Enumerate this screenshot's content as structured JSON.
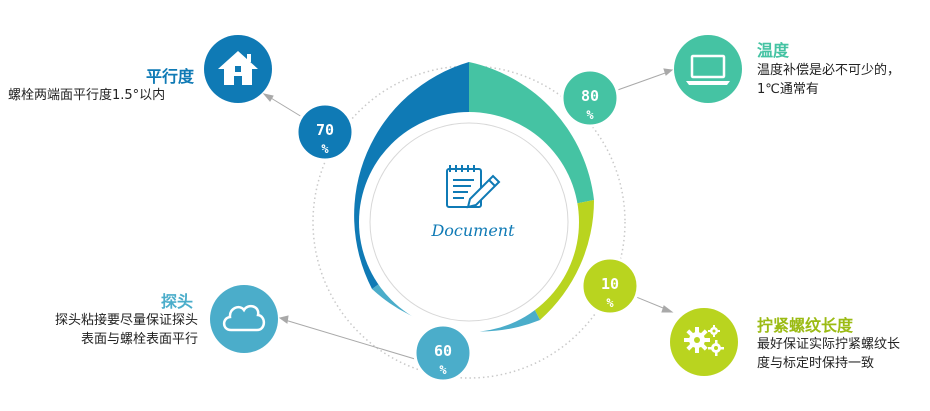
{
  "center": {
    "label": "Document",
    "icon": "document-pen-icon"
  },
  "segments": [
    {
      "id": "temperature",
      "color": "#45c3a3",
      "badge": "80\n%",
      "badge_color": "#45c3a3"
    },
    {
      "id": "thread-length",
      "color": "#b9d41f",
      "badge": "10\n%",
      "badge_color": "#b9d41f"
    },
    {
      "id": "probe",
      "color": "#4badca",
      "badge": "60\n%",
      "badge_color": "#4badca"
    },
    {
      "id": "parallelism",
      "color": "#0f7ab5",
      "badge": "70\n%",
      "badge_color": "#0f7ab5"
    }
  ],
  "callouts": {
    "parallelism": {
      "title": "平行度",
      "lines": [
        "螺栓两端面平行度1.5°以内"
      ],
      "icon": "house-icon",
      "color": "#0f7ab5"
    },
    "temperature": {
      "title": "温度",
      "lines": [
        "温度补偿是必不可少的，",
        "1℃通常有"
      ],
      "icon": "laptop-icon",
      "color": "#45c3a3"
    },
    "probe": {
      "title": "探头",
      "lines": [
        "探头粘接要尽量保证探头",
        "表面与螺栓表面平行"
      ],
      "icon": "cloud-icon",
      "color": "#4badca"
    },
    "thread_length": {
      "title": "拧紧螺纹长度",
      "lines": [
        "最好保证实际拧紧螺纹长",
        "度与标定时保持一致"
      ],
      "icon": "gears-icon",
      "color": "#b9d41f"
    }
  }
}
